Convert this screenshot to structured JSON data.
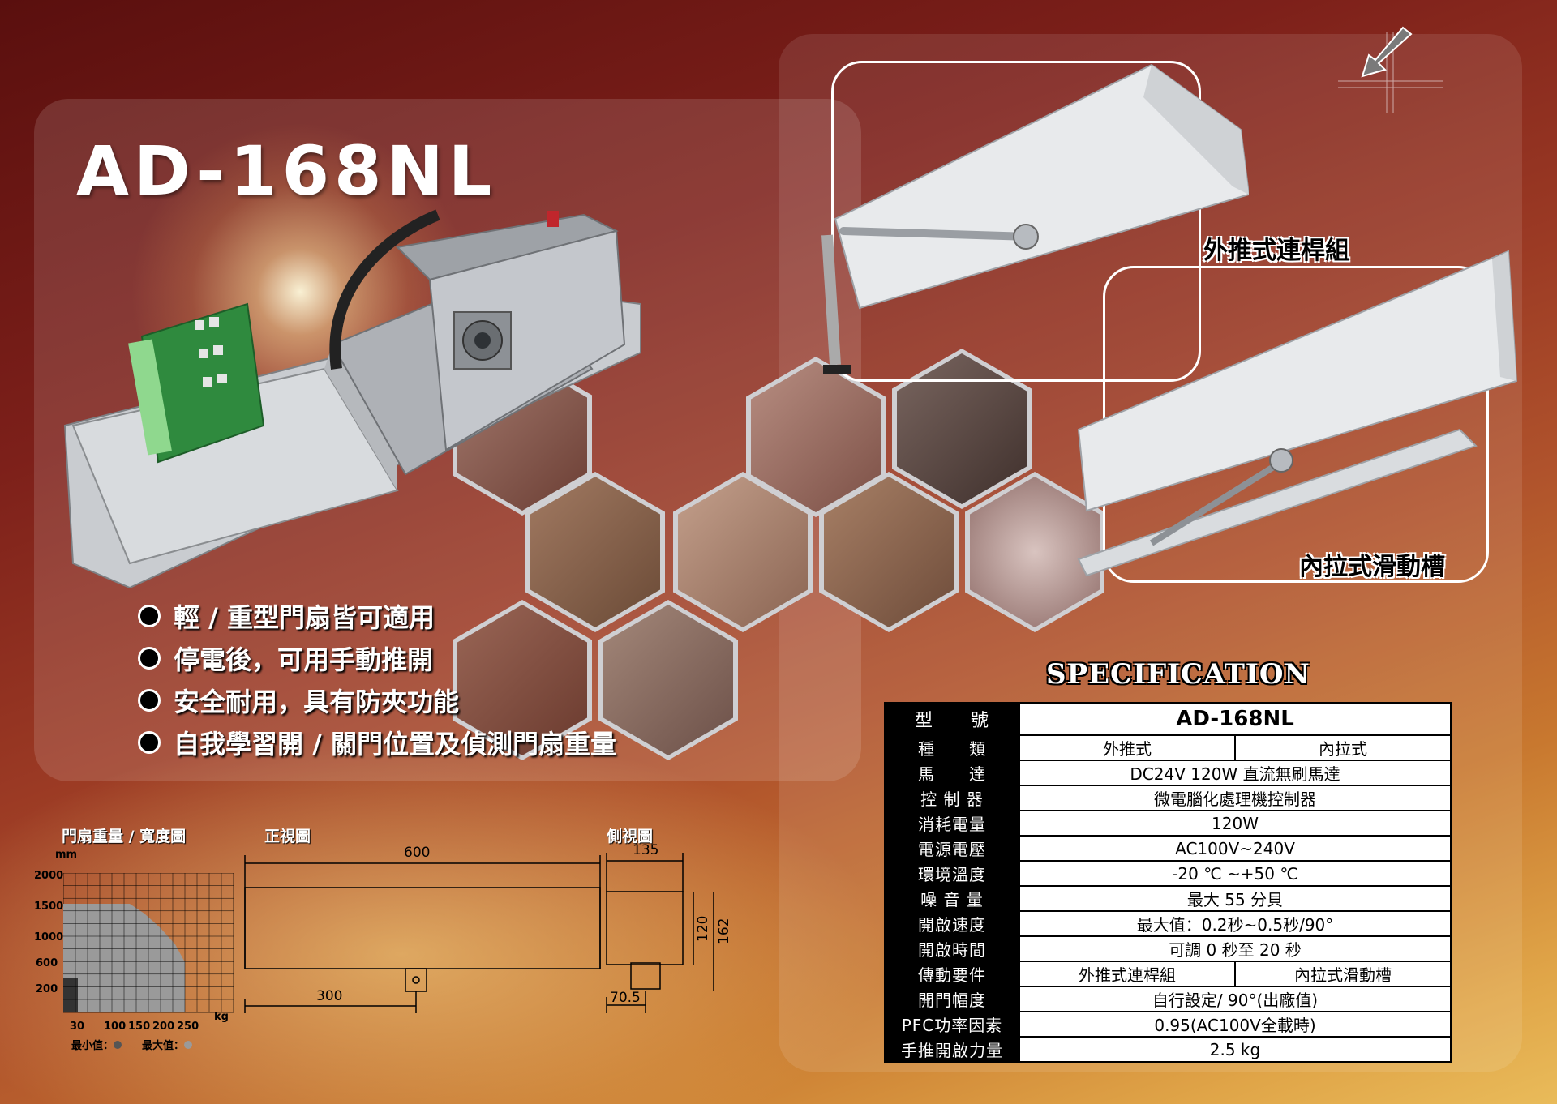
{
  "product": {
    "model": "AD-168NL"
  },
  "features": [
    "輕 / 重型門扇皆可適用",
    "停電後，可用手動推開",
    "安全耐用，具有防夾功能",
    "自我學習開 / 關門位置及偵測門扇重量"
  ],
  "callouts": {
    "push_arm": "外推式連桿組",
    "pull_track": "內拉式滑動槽"
  },
  "spec": {
    "heading": "SPECIFICATION",
    "rows": [
      {
        "label": "型　　號",
        "value": "AD-168NL"
      },
      {
        "label": "種　　類",
        "values": [
          "外推式",
          "內拉式"
        ]
      },
      {
        "label": "馬　　達",
        "value": "DC24V 120W 直流無刷馬達"
      },
      {
        "label": "控 制 器",
        "value": "微電腦化處理機控制器"
      },
      {
        "label": "消耗電量",
        "value": "120W"
      },
      {
        "label": "電源電壓",
        "value": "AC100V~240V"
      },
      {
        "label": "環境溫度",
        "value": "-20 ℃ ~+50 ℃"
      },
      {
        "label": "噪 音 量",
        "value": "最大 55 分貝"
      },
      {
        "label": "開啟速度",
        "value": "最大值：0.2秒~0.5秒/90°"
      },
      {
        "label": "開啟時間",
        "value": "可調 0 秒至 20 秒"
      },
      {
        "label": "傳動要件",
        "values": [
          "外推式連桿組",
          "內拉式滑動槽"
        ]
      },
      {
        "label": "開門幅度",
        "value": "自行設定/ 90°(出廠值)"
      },
      {
        "label": "PFC功率因素",
        "value": "0.95(AC100V全載時)"
      },
      {
        "label": "手推開啟力量",
        "value": "2.5 kg"
      }
    ]
  },
  "weight_chart": {
    "title": "門扇重量 / 寬度圖",
    "y_unit": "mm",
    "x_unit": "kg",
    "y_ticks": [
      "2000",
      "1500",
      "1000",
      "600",
      "200"
    ],
    "x_ticks": [
      "30",
      "100",
      "150",
      "200",
      "250"
    ],
    "legend_min": "最小值：",
    "legend_max": "最大值："
  },
  "front_view": {
    "title": "正視圖",
    "width": "600",
    "offset": "300"
  },
  "side_view": {
    "title": "側視圖",
    "depth": "135",
    "inner_height": "120",
    "height": "162",
    "offset": "70.5"
  },
  "colors": {
    "bg_dark": "#5a0f0e",
    "bg_light": "#e9bb5a",
    "spec_label_bg": "#000000"
  }
}
